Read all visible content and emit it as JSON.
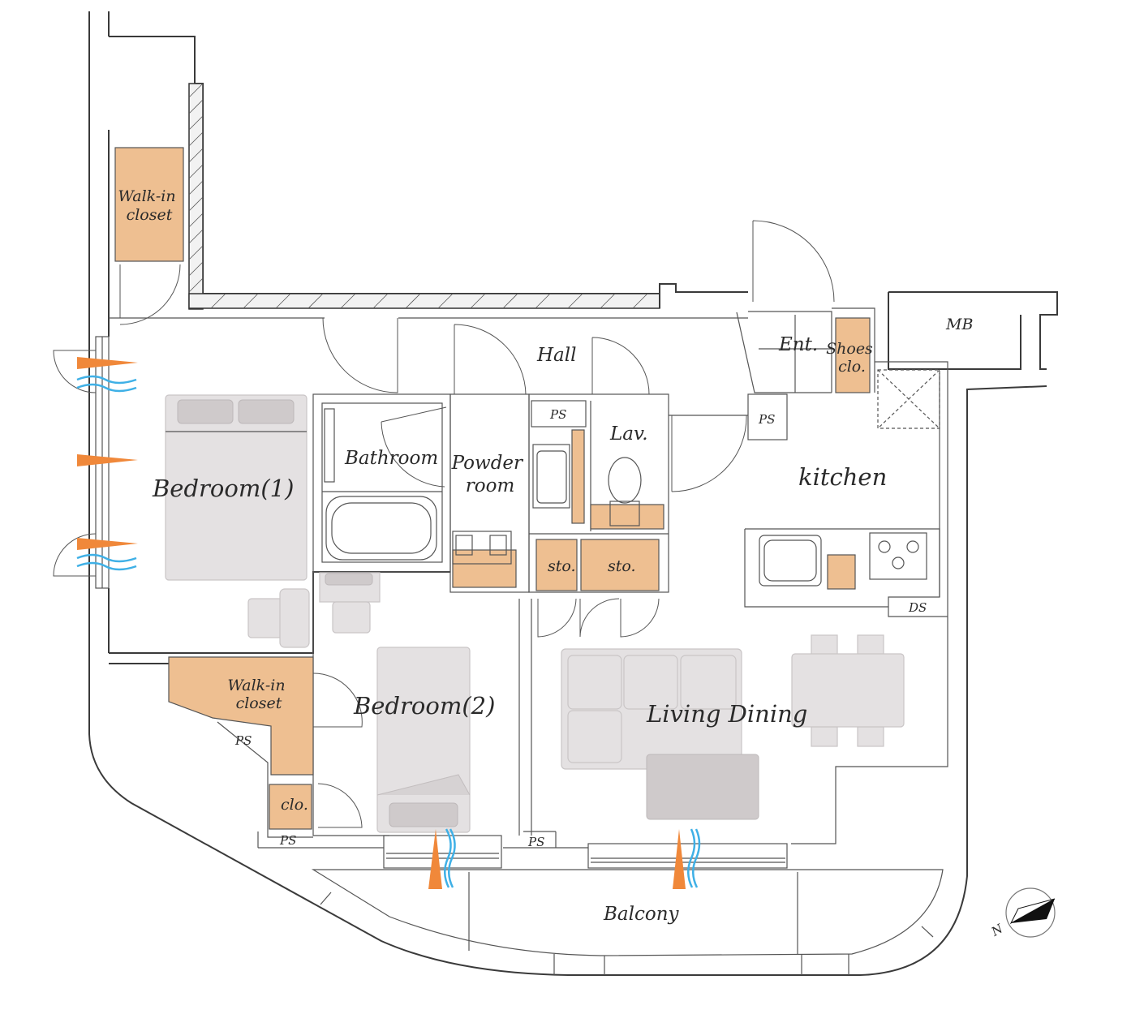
{
  "rooms": {
    "walk_in_closet_1": "Walk-in\ncloset",
    "bedroom_1": "Bedroom(1)",
    "bathroom": "Bathroom",
    "powder_room": "Powder\nroom",
    "hall": "Hall",
    "lav": "Lav.",
    "ent": "Ent.",
    "shoes_clo": "Shoes\nclo.",
    "mb": "MB",
    "kitchen": "kitchen",
    "ps": "PS",
    "sto": "sto.",
    "ds": "DS",
    "walk_in_closet_2": "Walk-in\ncloset",
    "bedroom_2": "Bedroom(2)",
    "living_dining": "Living Dining",
    "clo": "clo.",
    "balcony": "Balcony"
  },
  "compass": {
    "label": "N"
  },
  "colors": {
    "storage": "#eebf91",
    "furniture": "#e4e1e2",
    "airflow_arrow": "#f0883a",
    "airflow_wave": "#3fb0e6",
    "wall": "#3a3a3a"
  }
}
